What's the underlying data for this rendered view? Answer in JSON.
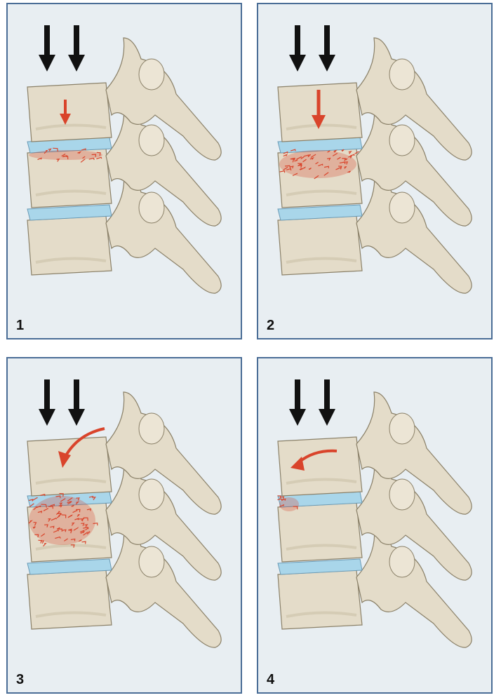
{
  "panels": [
    {
      "number": "1",
      "fracture": "small-anterior",
      "arrow": "small-down"
    },
    {
      "number": "2",
      "fracture": "wide",
      "arrow": "large-down"
    },
    {
      "number": "3",
      "fracture": "wedge-large",
      "arrow": "curved-down"
    },
    {
      "number": "4",
      "fracture": "anterior-corner",
      "arrow": "curved-left"
    }
  ],
  "colors": {
    "panel_bg": "#e8eef2",
    "border": "#4a6d96",
    "bone": "#e4dcc9",
    "bone_shadow": "#cfc5ac",
    "disc": "#a9d6ea",
    "fracture": "#d9442b",
    "load_arrow": "#111111"
  }
}
